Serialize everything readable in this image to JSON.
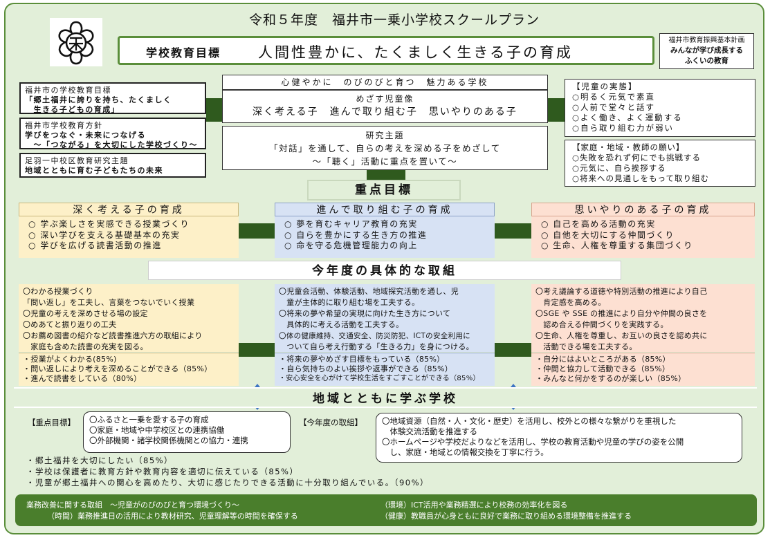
{
  "title": "令和５年度　福井市一乗小学校スクールプラン",
  "goal": {
    "label": "学校教育目標",
    "text": "人間性豊かに、たくましく生きる子の育成"
  },
  "plan_box": {
    "line1": "福井市教育振興基本計画",
    "line2": "みんなが学び成長する",
    "line3": "ふくいの教育"
  },
  "left_boxes": [
    {
      "heading": "福井市の学校教育目標",
      "lines": [
        "「郷土福井に誇りを持ち、たくましく",
        "　生きる子どもの育成」"
      ]
    },
    {
      "heading": "福井市学校教育方針",
      "lines": [
        "学びをつなぐ・未来につなげる",
        "　～「つながる」を大切にした学校づくり～"
      ]
    },
    {
      "heading": "足羽一中校区教育研究主題",
      "lines": [
        "地域とともに育む子どもたちの未来"
      ]
    }
  ],
  "center": {
    "motto": "心健やかに　のびのびと育つ　魅力ある学校",
    "child_image_label": "めざす児童像",
    "child_image_text": "深く考える子　進んで取り組む子　思いやりのある子",
    "research_label": "研究主題",
    "research_line1": "「対話」を通して、自らの考えを深める子をめざして",
    "research_line2": "～「聴く」活動に重点を置いて～"
  },
  "right_boxes": [
    {
      "heading": "【児童の実態】",
      "lines": [
        "○明るく元気で素直",
        "○人前で堂々と話す",
        "○よく働き、よく運動する",
        "○自ら取り組む力が弱い"
      ]
    },
    {
      "heading": "【家庭・地域・教師の願い】",
      "lines": [
        "○失敗を恐れず何にでも挑戦する",
        "○元気に、自ら挨拶する",
        "○将来への見通しをもって取り組む"
      ]
    }
  ],
  "jyuten_label": "重点目標",
  "columns": [
    {
      "head": "深く考える子の育成",
      "items": [
        "○ 学ぶ楽しさを実感できる授業づくり",
        "○ 深い学びを支える基礎基本の充実",
        "○ 学びを広げる読書活動の推進"
      ]
    },
    {
      "head": "進んで取り組む子の育成",
      "items": [
        "○ 夢を育むキャリア教育の充実",
        "○ 自らを豊かにする生き方の推進",
        "○ 命を守る危機管理能力の向上"
      ]
    },
    {
      "head": "思いやりのある子の育成",
      "items": [
        "○ 自己を高める活動の充実",
        "○ 自他を大切にする仲間づくり",
        "○ 生命、人権を尊重する集団づくり"
      ]
    }
  ],
  "concrete_label": "今年度の具体的な取組",
  "details": [
    {
      "lines": [
        "〇わかる授業づくり",
        "「問い返し」を工夫し、言葉をつないでいく授業",
        "〇児童の考えを深めさせる場の設定",
        "〇めあてと振り返りの工夫",
        "〇お薦め図書の紹介など読書推進六方の取組により",
        "　家庭も含めた読書の充実を図る。"
      ],
      "pcts": [
        "・授業がよくわかる(85%)",
        "・問い返しにより考えを深めることができる（85%）",
        "・進んで読書をしている（80%）"
      ]
    },
    {
      "lines": [
        "〇児童会活動、体験活動、地域探究活動を通し、児",
        "　童が主体的に取り組む場を工夫する。",
        "〇将来の夢や希望の実現に向けた生き方について",
        "　具体的に考える活動を工夫する。",
        "〇体の健康維持、交通安全、防災防犯、ICTの安全利用に",
        "　ついて自ら考え行動する「生きる力」を身につける。"
      ],
      "pcts": [
        "・将来の夢やめざす目標をもっている（85%）",
        "・自ら気持ちのよい挨拶や返事ができる（85%）",
        "・安心安全を心がけて学校生活をすごすことができる（85%）"
      ]
    },
    {
      "lines": [
        "〇考え議論する道徳や特別活動の推進により自己",
        "　肯定感を高める。",
        "〇SGE や SSE の推進により自分や仲間の良さを",
        "　認め合える仲間づくりを実践する。",
        "〇生命、人権を尊重し、お互いの良さを認め共に",
        "　活動できる場を工夫する。"
      ],
      "pcts": [
        "・自分にはよいところがある（85%）",
        "・仲間と協力して活動できる（85%）",
        "・みんなと何かをするのが楽しい（85%）"
      ]
    }
  ],
  "community": {
    "title": "地域とともに学ぶ学校",
    "goal_label": "【重点目標】",
    "goal_items": [
      "〇ふるさと一乗を愛する子の育成",
      "〇家庭・地域や中学校区との連携協働",
      "〇外部機関・諸学校関係機関との協力・連携"
    ],
    "action_label": "【今年度の取組】",
    "action_items": [
      "〇地域資源（自然・人・文化・歴史）を活用し、校外との様々な繋がりを重視した",
      "　体験交流活動を推進する",
      "〇ホームページや学校だよりなどを活用し、学校の教育活動や児童の学びの姿を公開",
      "　し、家庭・地域との情報交換を丁寧に行う。"
    ],
    "results": [
      "・郷土福井を大切にしたい（85%）",
      "・学校は保護者に教育方針や教育内容を適切に伝えている（85%）",
      "・児童が郷土福井への関心を高めたり、大切に感じたりできる活動に十分取り組んでいる。（90%）"
    ]
  },
  "footer": {
    "l1": "業務改善に関する取組　～児童がのびのびと育つ環境づくり～",
    "l2": "（時間）業務推進日の活用により教材研究、児童理解等の時間を確保する",
    "r1": "（環境）ICT活用や業務精選により校務の効率化を図る",
    "r2": "（健康）教職員が心身ともに良好で業務に取り組める環境整備を推進する"
  },
  "colors": {
    "frame_green": "#5a8e3a",
    "dark_green": "#2f5a1e",
    "col1": "#fdf0c8",
    "col2": "#d7e2f4",
    "col3": "#fde0d2",
    "arrow_blue": "#3d74c4"
  },
  "icons": {
    "logo": "ichijo-school-emblem",
    "arrow": "double-arrow-icon"
  }
}
